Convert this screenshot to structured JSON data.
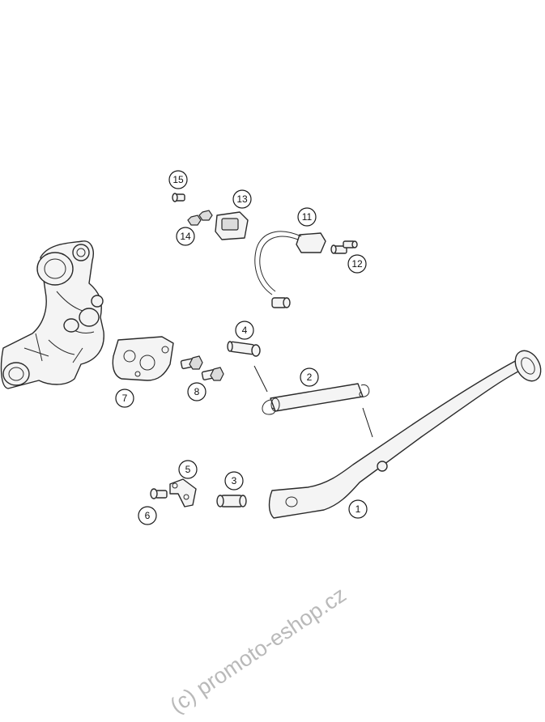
{
  "callouts": [
    {
      "id": "1",
      "label": "1"
    },
    {
      "id": "2",
      "label": "2"
    },
    {
      "id": "3",
      "label": "3"
    },
    {
      "id": "4",
      "label": "4"
    },
    {
      "id": "5",
      "label": "5"
    },
    {
      "id": "6",
      "label": "6"
    },
    {
      "id": "7",
      "label": "7"
    },
    {
      "id": "8",
      "label": "8"
    },
    {
      "id": "11",
      "label": "11"
    },
    {
      "id": "12",
      "label": "12"
    },
    {
      "id": "13",
      "label": "13"
    },
    {
      "id": "14",
      "label": "14"
    },
    {
      "id": "15",
      "label": "15"
    }
  ],
  "watermark": "(c) promoto-eshop.cz"
}
